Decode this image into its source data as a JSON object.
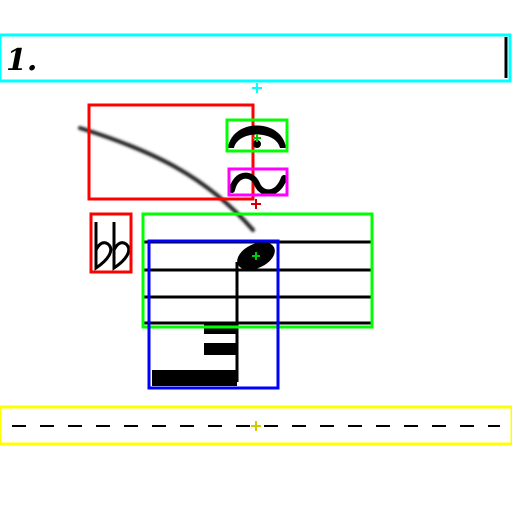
{
  "section": {
    "label": "1."
  },
  "symbols": [
    {
      "name": "section-marker",
      "color": "#00ffff"
    },
    {
      "name": "slur",
      "color": "#ff0000"
    },
    {
      "name": "fermata",
      "color": "#00ff00"
    },
    {
      "name": "turn-ornament",
      "color": "#ff00ff"
    },
    {
      "name": "double-flat",
      "color": "#ff0000"
    },
    {
      "name": "staff-region",
      "color": "#00ff00"
    },
    {
      "name": "notehead-with-flags",
      "color": "#0000ff"
    },
    {
      "name": "ottava-dashed-line",
      "color": "#ffff00"
    }
  ],
  "colors": {
    "cyan": "#00ffff",
    "red": "#ff0000",
    "green": "#00ff00",
    "magenta": "#ff00ff",
    "blue": "#0000ff",
    "yellow": "#ffff00",
    "ink": "#000000"
  }
}
